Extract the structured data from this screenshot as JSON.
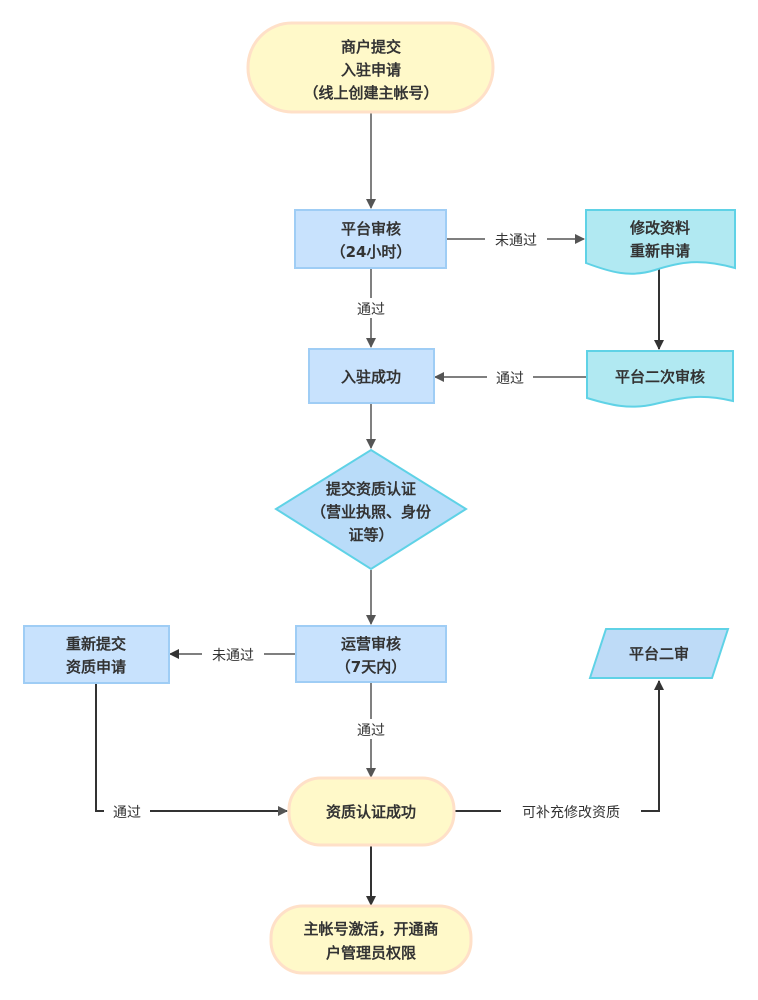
{
  "colors": {
    "terminal_fill": "#fff9c9",
    "terminal_stroke": "#ffe0c8",
    "process_fill": "#c8e2fd",
    "process_stroke": "#9fcdf5",
    "document_fill": "#b1e9f2",
    "document_stroke": "#5fd2e6",
    "decision_fill": "#b9dcf9",
    "decision_stroke": "#5fd2e6",
    "io_fill": "#bedbf7",
    "io_stroke": "#5fd2e6",
    "edge": "#555555",
    "edge_dark": "#333333",
    "text": "#333333"
  },
  "nodes": {
    "start": {
      "lines": [
        "商户提交",
        "入驻申请",
        "（线上创建主帐号）"
      ]
    },
    "platform_review": {
      "lines": [
        "平台审核",
        "（24小时）"
      ]
    },
    "modify_reapply": {
      "lines": [
        "修改资料",
        "重新申请"
      ]
    },
    "entry_success": {
      "lines": [
        "入驻成功"
      ]
    },
    "platform_second_review": {
      "lines": [
        "平台二次审核"
      ]
    },
    "submit_qualification": {
      "lines": [
        "提交资质认证",
        "（营业执照、身份",
        "证等）"
      ]
    },
    "ops_review": {
      "lines": [
        "运营审核",
        "（7天内）"
      ]
    },
    "resubmit_qualification": {
      "lines": [
        "重新提交",
        "资质申请"
      ]
    },
    "platform_second_audit": {
      "lines": [
        "平台二审"
      ]
    },
    "qualification_success": {
      "lines": [
        "资质认证成功"
      ]
    },
    "account_activated": {
      "lines": [
        "主帐号激活，开通商",
        "户管理员权限"
      ]
    }
  },
  "edges": {
    "start_to_review": {
      "label": ""
    },
    "review_fail": {
      "label": "未通过"
    },
    "review_pass": {
      "label": "通过"
    },
    "modify_to_second": {
      "label": ""
    },
    "second_pass": {
      "label": "通过"
    },
    "entry_to_submit": {
      "label": ""
    },
    "submit_to_ops": {
      "label": ""
    },
    "ops_fail": {
      "label": "未通过"
    },
    "ops_pass": {
      "label": "通过"
    },
    "resubmit_pass": {
      "label": "通过"
    },
    "supplement": {
      "label": "可补充修改资质"
    },
    "success_to_activate": {
      "label": ""
    }
  }
}
